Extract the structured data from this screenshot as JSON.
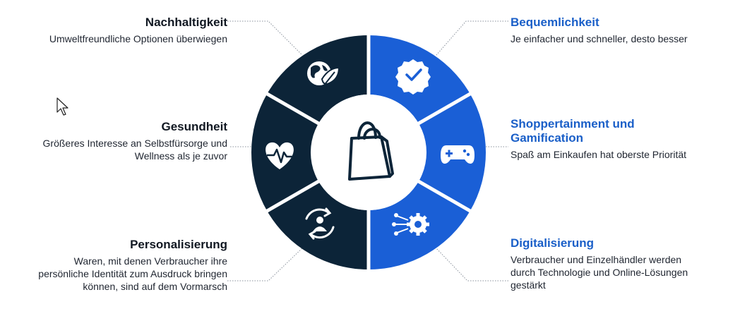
{
  "colors": {
    "dark": "#0c2438",
    "blue": "#1a5fd6",
    "blue_text": "#1a5fc8"
  },
  "left_items": [
    {
      "title": "Nachhaltigkeit",
      "desc": [
        "Umweltfreundliche Optionen überwiegen"
      ],
      "icon": "globe-leaf-icon"
    },
    {
      "title": "Gesundheit",
      "desc": [
        "Größeres Interesse an Selbstfürsorge und",
        "Wellness als je zuvor"
      ],
      "icon": "heart-pulse-icon"
    },
    {
      "title": "Personalisierung",
      "desc": [
        "Waren, mit denen Verbraucher ihre",
        "persönliche Identität zum Ausdruck bringen",
        "können, sind auf dem Vormarsch"
      ],
      "icon": "person-cycle-icon"
    }
  ],
  "right_items": [
    {
      "title": [
        "Bequemlichkeit"
      ],
      "desc": [
        "Je einfacher und schneller, desto besser"
      ],
      "icon": "badge-check-icon"
    },
    {
      "title": [
        "Shoppertainment und",
        "Gamification"
      ],
      "desc": [
        "Spaß am Einkaufen hat oberste Priorität"
      ],
      "icon": "gamepad-icon"
    },
    {
      "title": [
        "Digitalisierung"
      ],
      "desc": [
        "Verbraucher und Einzelhändler werden",
        "durch Technologie und Online-Lösungen",
        "gestärkt"
      ],
      "icon": "gear-network-icon"
    }
  ],
  "center_icon": "shopping-bag-icon"
}
